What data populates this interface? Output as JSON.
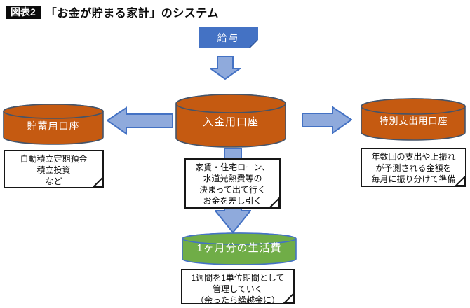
{
  "title": {
    "badge": "図表2",
    "text": "「お金が貯まる家計」のシステム"
  },
  "nodes": {
    "salary": {
      "label": "給与"
    },
    "deposit_account": {
      "label": "入金用口座"
    },
    "savings_account": {
      "label": "貯蓄用口座"
    },
    "special_expense_account": {
      "label": "特別支出用口座"
    },
    "living_expenses": {
      "label": "1ヶ月分の生活費"
    }
  },
  "notes": {
    "savings": {
      "lines": [
        "自動積立定期預金",
        "積立投資",
        "など"
      ]
    },
    "special": {
      "lines": [
        "年数回の支出や上振れ",
        "が予測される金額を",
        "毎月に振り分けて準備"
      ]
    },
    "deduction": {
      "lines": [
        "家賃・住宅ローン、",
        "水道光熱費等の",
        "決まって出て行く",
        "お金を差し引く"
      ]
    },
    "weekly": {
      "lines": [
        "1週間を1単位期間として",
        "管理していく",
        "（余ったら繰越金に）"
      ]
    }
  },
  "colors": {
    "salary_blue": "#4472C4",
    "salary_fold": "#2F5597",
    "arrow_fill": "#8FAADC",
    "arrow_stroke": "#4472C4",
    "cylinder_orange": "#C55A11",
    "cylinder_stroke": "#44546A",
    "living_green": "#70AD47",
    "living_stroke": "#4472C4",
    "note_border": "#161616",
    "badge_bg": "#0b0b0b"
  }
}
